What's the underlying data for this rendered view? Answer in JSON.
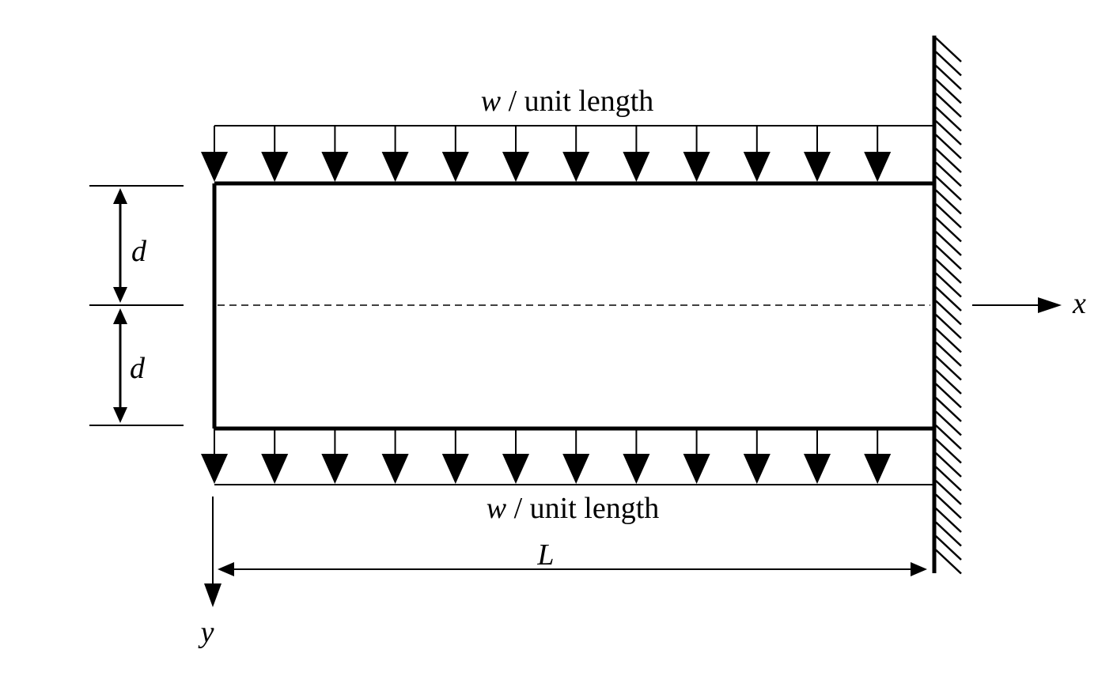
{
  "load_top": {
    "w_symbol": "w",
    "unit_text": " / unit length",
    "arrow_count": 12
  },
  "load_bottom": {
    "w_symbol": "w",
    "unit_text": " / unit length",
    "arrow_count": 12
  },
  "dimensions": {
    "upper_half": "d",
    "lower_half": "d",
    "length": "L"
  },
  "axes": {
    "x": "x",
    "y": "y"
  },
  "support": {
    "type": "fixed-wall",
    "side": "right"
  },
  "colors": {
    "ink": "#000000",
    "background": "#ffffff"
  }
}
